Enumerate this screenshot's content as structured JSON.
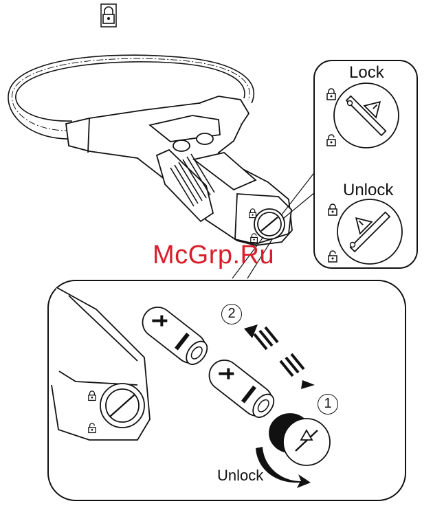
{
  "labels": {
    "lock": "Lock",
    "unlock": "Unlock",
    "unlock_bottom": "Unlock",
    "step_one": "1",
    "step_two": "2"
  },
  "watermark": "McGrp.Ru",
  "icons": {
    "header": "padlock-locked-icon",
    "battery_plus": "plus-sign",
    "arrows": "insert-and-remove-arrows"
  },
  "colors": {
    "line": "#111111",
    "watermark": "#d81e2a",
    "background": "#ffffff"
  }
}
